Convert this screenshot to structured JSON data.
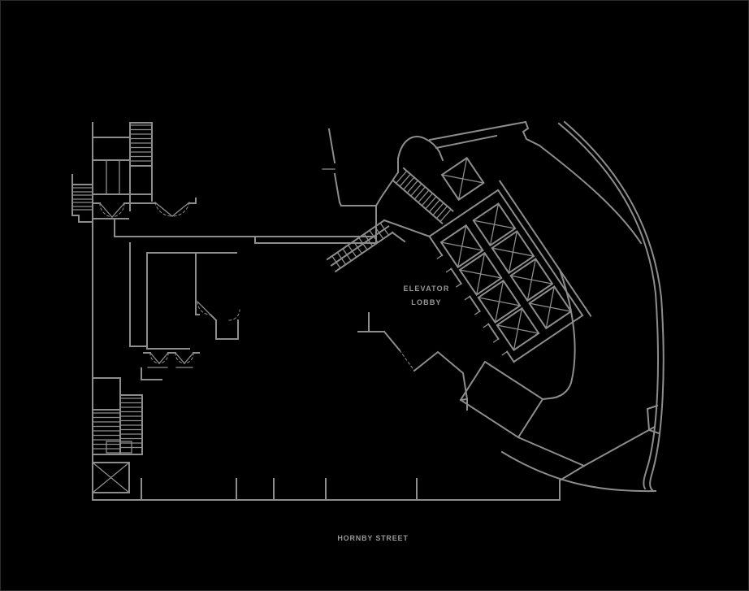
{
  "plan": {
    "labels": {
      "elevator_lobby": {
        "line1": "ELEVATOR",
        "line2": "LOBBY"
      },
      "street": {
        "name": "HORNBY STREET"
      }
    },
    "colors": {
      "background": "#000000",
      "linework": "#8d8d8d",
      "text": "#979797"
    }
  }
}
